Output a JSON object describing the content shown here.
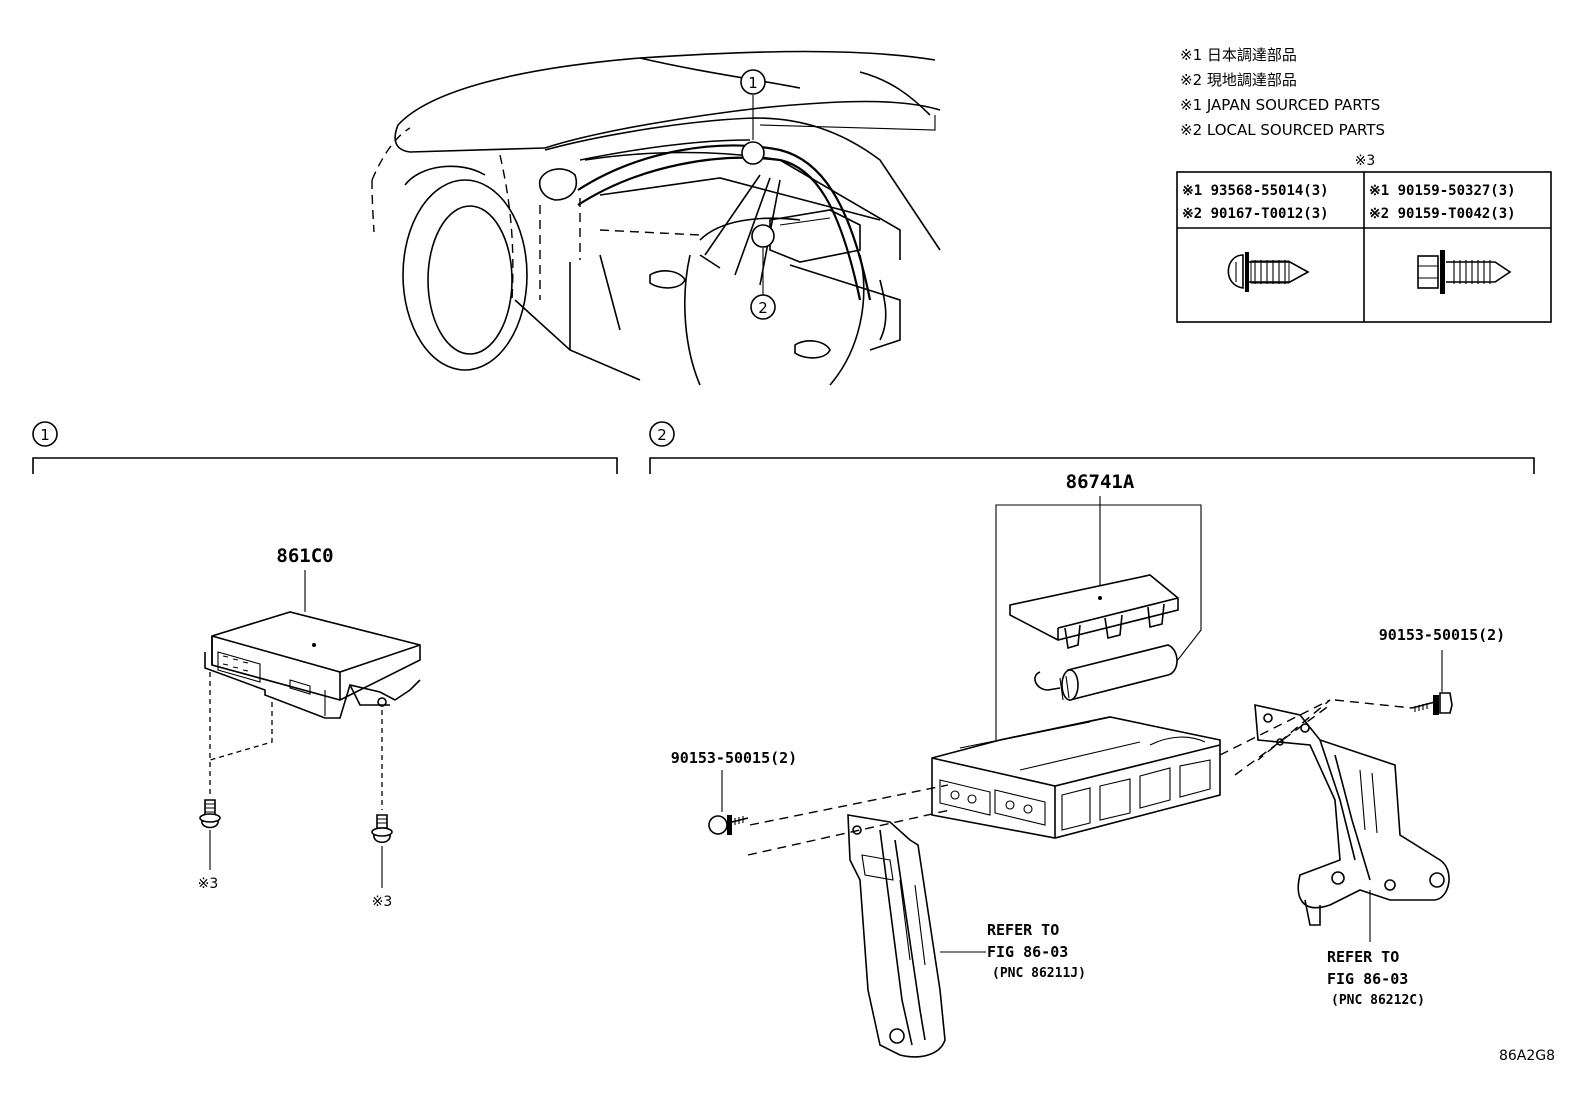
{
  "legend": {
    "lines": [
      "※1  日本調達部品",
      "※2  現地調達部品",
      "※1  JAPAN SOURCED PARTS",
      "※2  LOCAL SOURCED PARTS"
    ]
  },
  "fastener_table": {
    "header": "※3",
    "columns": [
      {
        "line1": "※1 93568-55014(3)",
        "line2": "※2 90167-T0012(3)",
        "icon": "round-head-screw-icon"
      },
      {
        "line1": "※1 90159-50327(3)",
        "line2": "※2 90159-T0042(3)",
        "icon": "hex-head-bolt-icon"
      }
    ]
  },
  "callouts": {
    "one": "1",
    "two": "2"
  },
  "section1": {
    "label": "1",
    "part": "861C0",
    "screw_note_left": "※3",
    "screw_note_right": "※3"
  },
  "section2": {
    "label": "2",
    "part_kit": "86741A",
    "bolt_right": "90153-50015(2)",
    "bolt_left": "90153-50015(2)",
    "refer_left": {
      "line1": "REFER TO",
      "line2": "FIG 86-03",
      "line3": "(PNC 86211J)"
    },
    "refer_right": {
      "line1": "REFER TO",
      "line2": "FIG 86-03",
      "line3": "(PNC 86212C)"
    }
  },
  "figure_code": "86A2G8"
}
